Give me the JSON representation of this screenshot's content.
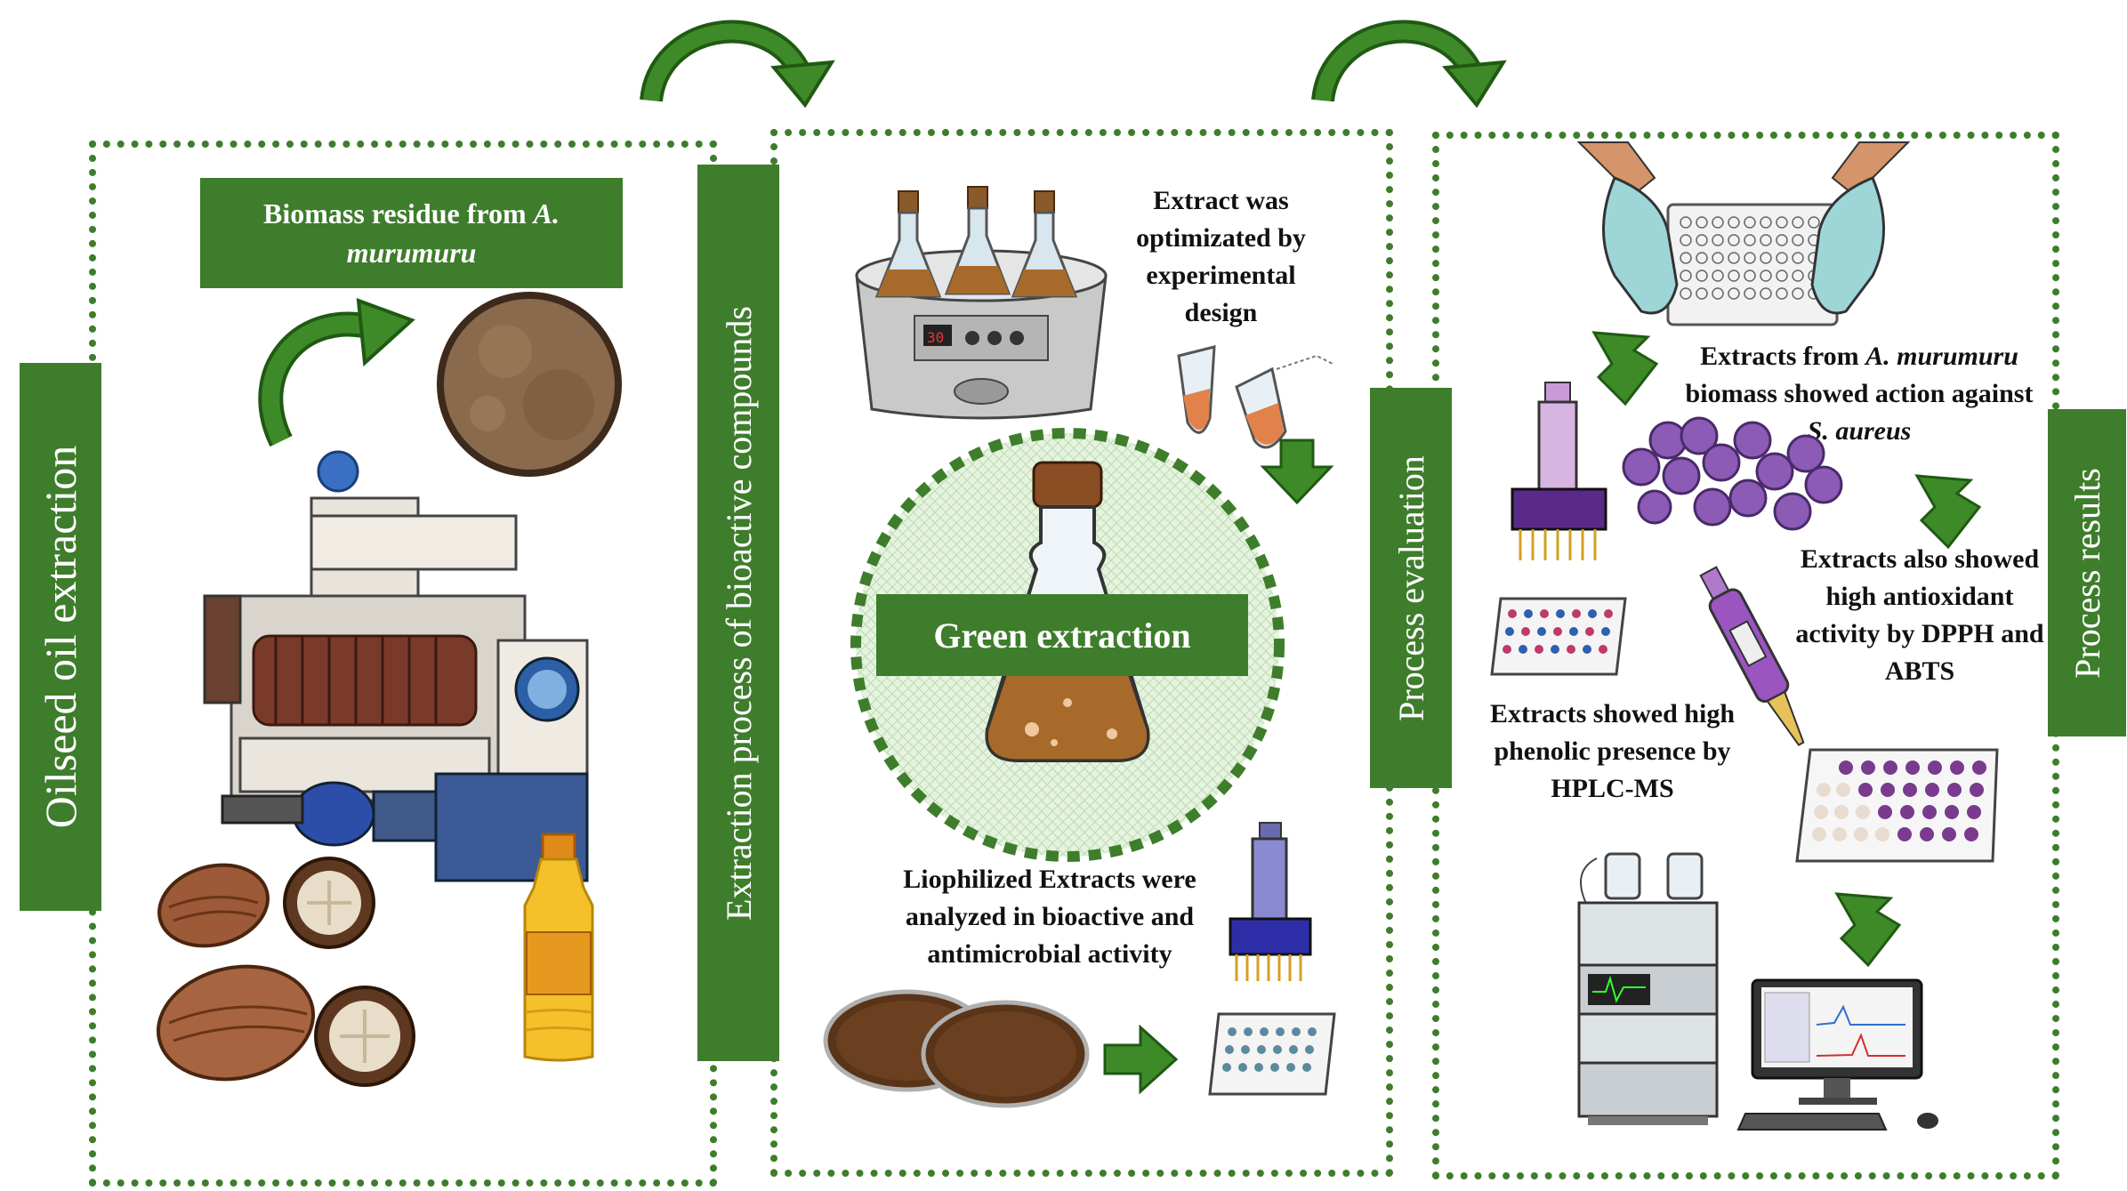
{
  "panels": {
    "oilseed": {
      "tab_label": "Oilseed oil extraction",
      "header_prefix": "Biomass residue from ",
      "header_italic": "A. murumuru"
    },
    "extraction": {
      "tab_label": "Extraction process of bioactive compounds",
      "optimized_text": "Extract was optimizated by experimental design",
      "green_label": "Green extraction",
      "lyophilized_text": "Liophilized Extracts were analyzed in bioactive and antimicrobial activity"
    },
    "evaluation": {
      "tab_label": "Process evaluation"
    },
    "results": {
      "tab_label": "Process results",
      "saureus_prefix": "Extracts from ",
      "saureus_species": "A. murumuru",
      "saureus_middle": " biomass showed action against ",
      "saureus_target": "S. aureus",
      "antioxidant_text": "Extracts also showed high antioxidant activity by DPPH and ABTS",
      "phenolic_text": "Extracts showed high phenolic presence by HPLC-MS"
    }
  },
  "colors": {
    "green": "#3e7d2b",
    "arrow_green": "#2f7a1f",
    "bacteria_purple": "#8b5bb5"
  },
  "icons": [
    "curved-arrow-icon",
    "down-arrow-icon",
    "right-arrow-icon",
    "oil-press-machine",
    "biomass-disc",
    "murumuru-seeds",
    "oil-bottle",
    "water-bath-flasks",
    "eppendorf-tubes",
    "erlenmeyer-flask",
    "petri-dishes",
    "multichannel-pipette",
    "microplate",
    "gloved-hands",
    "bacteria-cluster",
    "single-pipette",
    "hplc-system",
    "computer"
  ]
}
